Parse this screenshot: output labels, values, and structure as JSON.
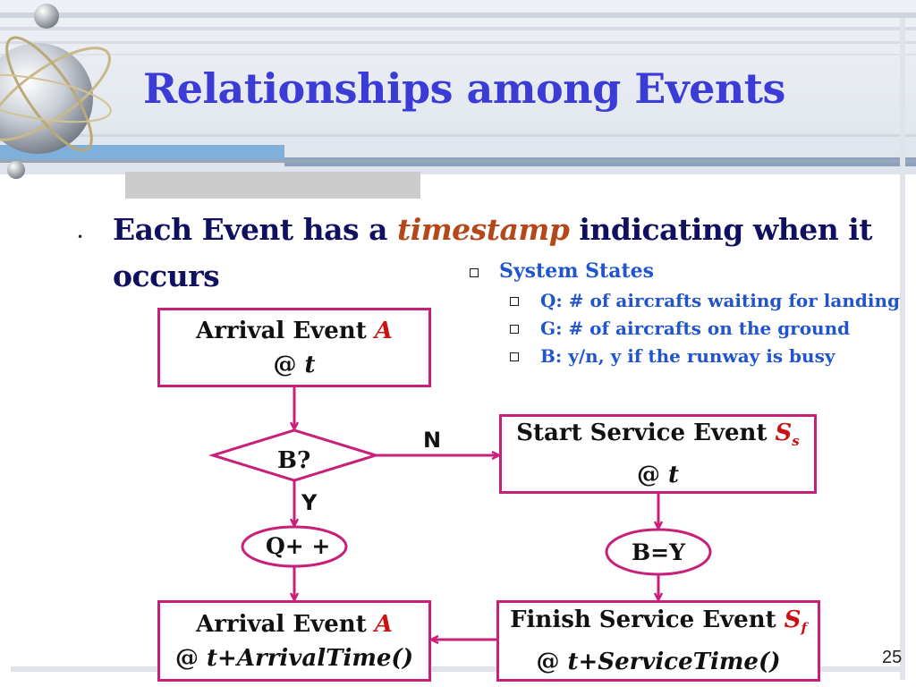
{
  "slide": {
    "title": "Relationships among Events",
    "page_number": "25"
  },
  "bullet": {
    "text_before": "Each Event has a ",
    "emphasis": "timestamp",
    "text_after": " indicating when it occurs"
  },
  "states": {
    "heading": "System States",
    "items": [
      "Q: # of aircrafts waiting for landing",
      "G: # of aircrafts on the ground",
      "B: y/n, y if the runway is busy"
    ]
  },
  "flowchart": {
    "arrival_top": {
      "label": "Arrival Event ",
      "var": "A",
      "time_prefix": "@ ",
      "time": "t"
    },
    "decision": {
      "label": "B?"
    },
    "branch_no": "N",
    "branch_yes": "Y",
    "queue_inc": {
      "label": "Q+ +"
    },
    "start_service": {
      "label": "Start Service Event ",
      "var": "S",
      "sub": "s",
      "time_prefix": "@ ",
      "time": "t"
    },
    "busy_set": {
      "label": "B=Y"
    },
    "finish_service": {
      "label": "Finish Service Event ",
      "var": "S",
      "sub": "f",
      "time_prefix": "@ ",
      "time": "t+ServiceTime()"
    },
    "arrival_bottom": {
      "label": "Arrival Event ",
      "var": "A",
      "time_prefix": "@ ",
      "time": "t+ArrivalTime()"
    }
  },
  "colors": {
    "title": "#3b3bd6",
    "node_border": "#c8207a",
    "arrow": "#c8207a",
    "bullet_text": "#101060",
    "emphasis": "#b5481a",
    "states_text": "#2255cc",
    "variable": "#cc1111"
  }
}
